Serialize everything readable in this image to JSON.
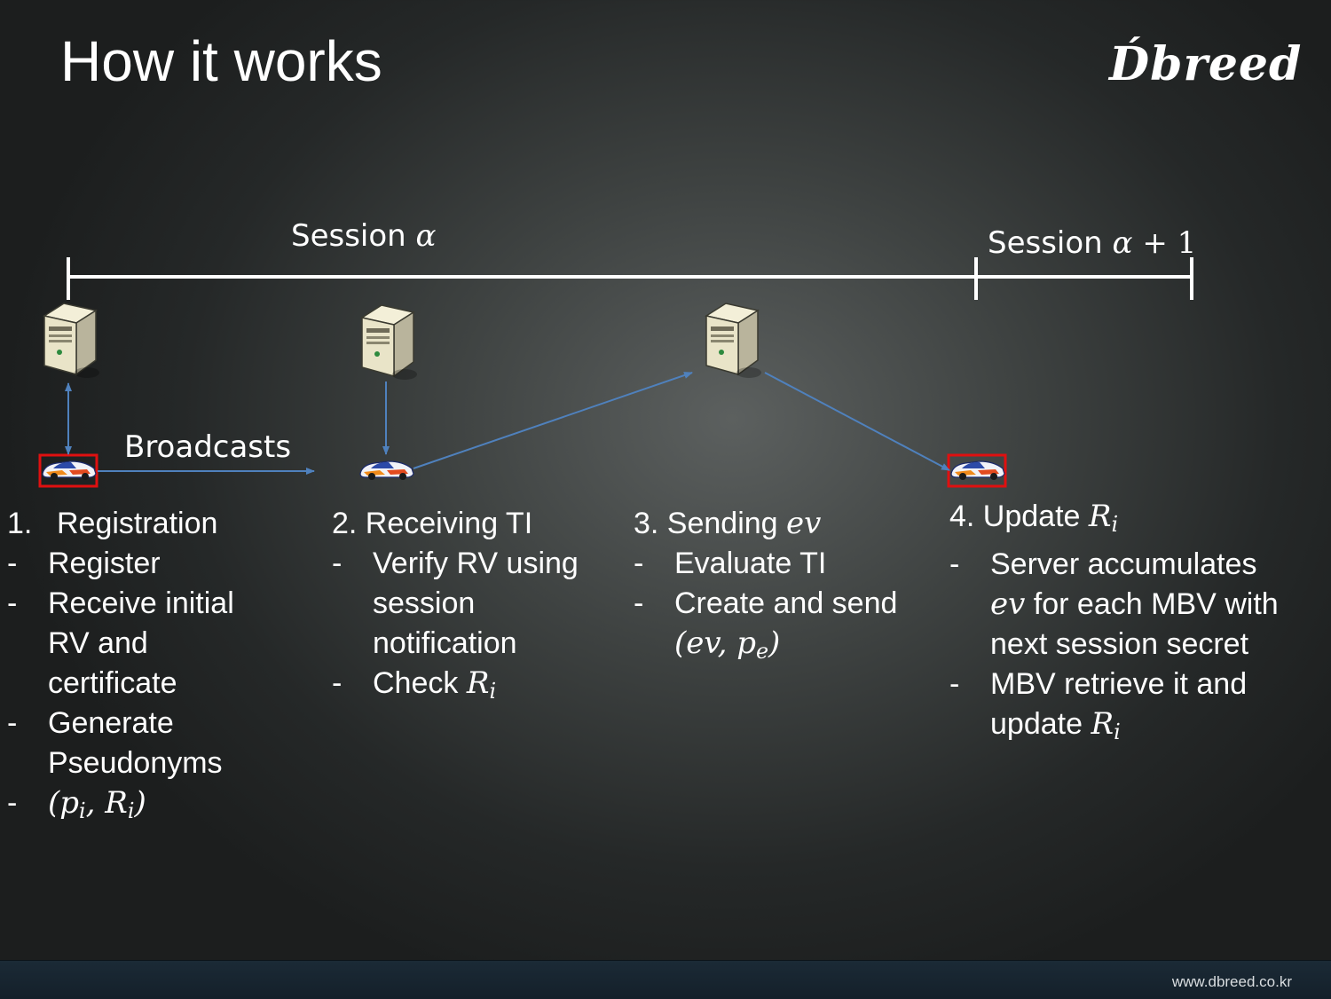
{
  "slide": {
    "title": "How it works",
    "logo_text": "D́breed",
    "footer_url": "www.dbreed.co.kr"
  },
  "timeline": {
    "session_word": "Session",
    "session_a_var": "α",
    "session_b_var": "α",
    "session_b_plus": "+ 1"
  },
  "diagram": {
    "broadcasts_label": "Broadcasts"
  },
  "steps": {
    "s1": {
      "num": "1.",
      "title": "Registration",
      "b1": "Register",
      "b2_l1": "Receive initial",
      "b2_l2": "RV and",
      "b2_l3": "certificate",
      "b3_l1": "Generate",
      "b3_l2": "Pseudonyms",
      "b4_p": "p",
      "b4_i1": "i",
      "b4_r": "R",
      "b4_i2": "i"
    },
    "s2": {
      "title": "2. Receiving TI",
      "b1_l1": "Verify RV using",
      "b1_l2": "session",
      "b1_l3": "notification",
      "b2_text": "Check",
      "b2_r": "R",
      "b2_i": "i"
    },
    "s3": {
      "title_text": "3. Sending",
      "title_var": "ev",
      "b1": "Evaluate TI",
      "b2_l1": "Create and send",
      "b2_ev": "ev",
      "b2_p": "p",
      "b2_e": "e"
    },
    "s4": {
      "title_text": "4. Update",
      "title_r": "R",
      "title_i": "i",
      "b1_l1": "Server accumulates",
      "b1_var": "ev",
      "b1_l2_rest": " for each MBV with",
      "b1_l3": "next session secret",
      "b2_l1": "MBV retrieve it and",
      "b2_l2_text": "update",
      "b2_r": "R",
      "b2_i": "i"
    }
  },
  "colors": {
    "arrow": "#4f81bd",
    "highlight_box": "#e01010",
    "timeline": "#ffffff"
  },
  "icons": [
    "server-icon",
    "car-icon"
  ]
}
